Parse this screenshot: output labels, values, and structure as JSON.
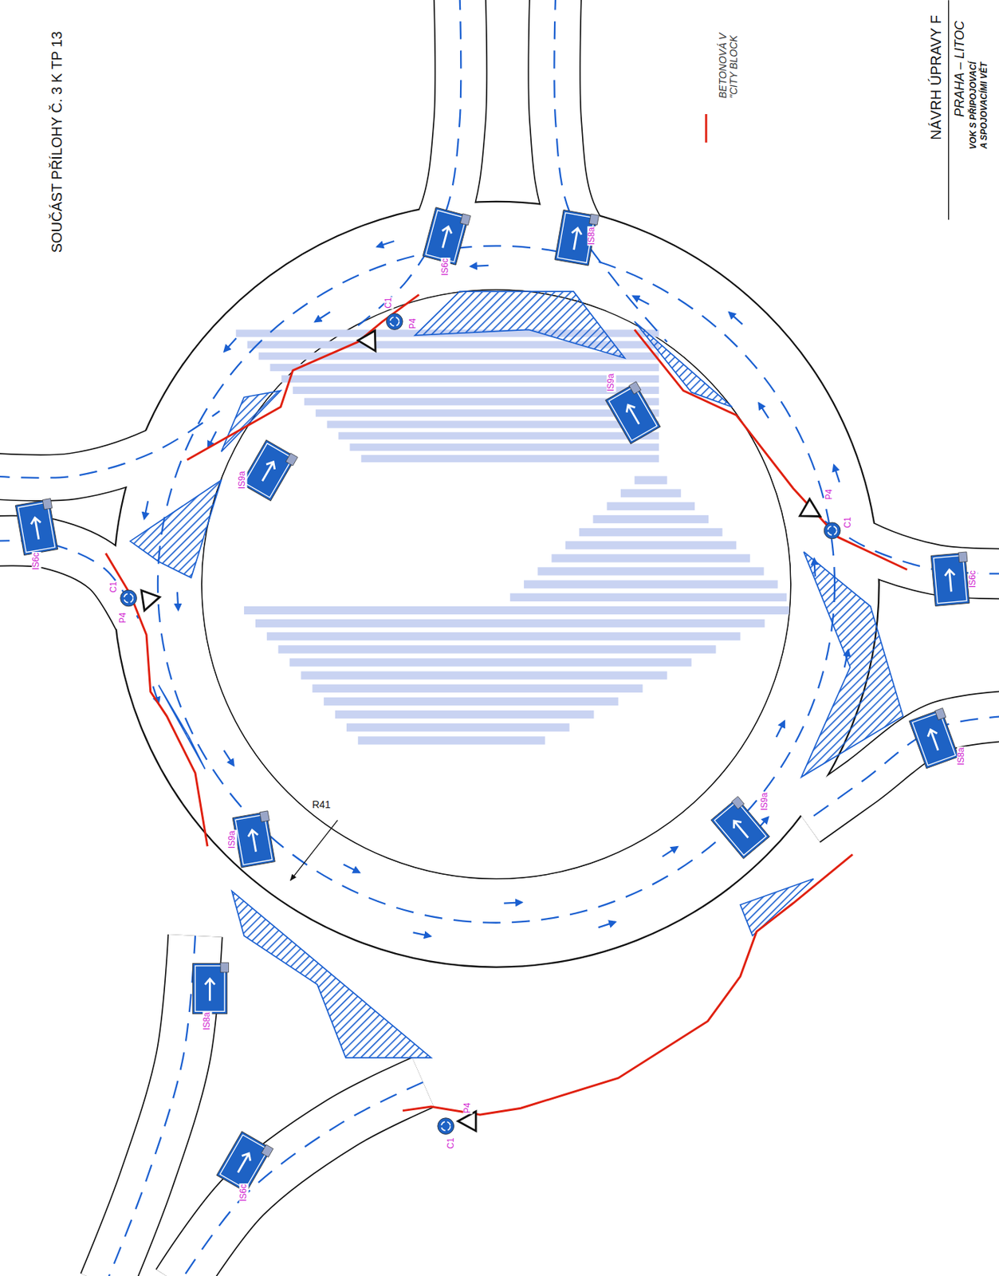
{
  "diagram": {
    "title": "NÁVRH ÚPRAVY F",
    "labels": [
      "SOUČÁST PŘÍLOHY Č. 3 K TP 13",
      "PRAHA – LITOC",
      "VOK S PŘIPOJOVACÍ",
      "A SPOJOVACÍMI VĚT",
      "IS6c",
      "IS8a",
      "C1",
      "P4",
      "IS9a",
      "IS9a",
      "IS6c",
      "C1",
      "P4",
      "C1",
      "P4",
      "IS6c",
      "IS8a",
      "IS9a",
      "R41",
      "IS9a",
      "IS8a",
      "C1",
      "P4",
      "IS6c"
    ],
    "legend": [
      {
        "text": "BETONOVÁ V \"CITY BLOCK"
      }
    ]
  }
}
